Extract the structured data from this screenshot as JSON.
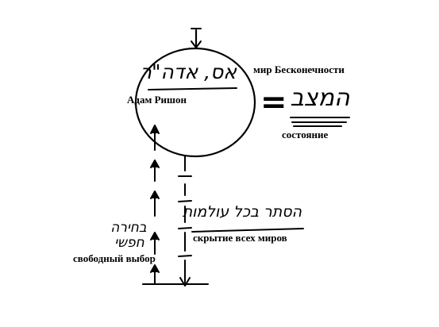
{
  "labels": {
    "circle_hebrew": "אס, אדה\"ר",
    "circle_russian": "Адам Ришон",
    "world_infinity": "мир Бесконечности",
    "state_hebrew": "המצב",
    "state_russian": "состояние",
    "concealment_hebrew": "הסתר בכל עולמות",
    "concealment_russian": "скрытие всех миров",
    "free_choice_hebrew_top": "בחירה",
    "free_choice_hebrew_bottom": "חפשי",
    "free_choice_russian": "свободный выбор"
  },
  "equals_sign": "="
}
